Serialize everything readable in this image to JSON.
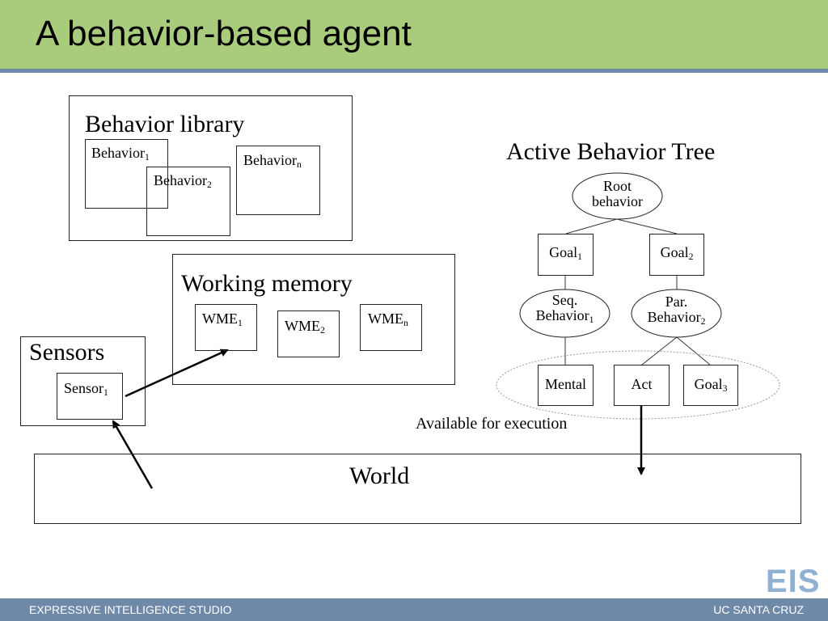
{
  "slide": {
    "title": "A behavior-based agent"
  },
  "behavior_library": {
    "title": "Behavior library",
    "items": [
      {
        "base": "Behavior",
        "sub": "1"
      },
      {
        "base": "Behavior",
        "sub": "2"
      },
      {
        "base": "Behavior",
        "sub": "n"
      }
    ]
  },
  "working_memory": {
    "title": "Working memory",
    "items": [
      {
        "base": "WME",
        "sub": "1"
      },
      {
        "base": "WME",
        "sub": "2"
      },
      {
        "base": "WME",
        "sub": "n"
      }
    ]
  },
  "sensors": {
    "title": "Sensors",
    "item": {
      "base": "Sensor",
      "sub": "1"
    }
  },
  "tree": {
    "title": "Active Behavior Tree",
    "root": {
      "line1": "Root",
      "line2": "behavior"
    },
    "goal1": {
      "base": "Goal",
      "sub": "1"
    },
    "goal2": {
      "base": "Goal",
      "sub": "2"
    },
    "seq": {
      "line1": "Seq.",
      "base": "Behavior",
      "sub": "1"
    },
    "par": {
      "line1": "Par.",
      "base": "Behavior",
      "sub": "2"
    },
    "mental": "Mental",
    "act": "Act",
    "goal3": {
      "base": "Goal",
      "sub": "3"
    },
    "available_label": "Available for execution"
  },
  "world": {
    "label": "World"
  },
  "footer": {
    "left": "EXPRESSIVE INTELLIGENCE STUDIO",
    "right": "UC SANTA CRUZ",
    "logo": "EIS"
  },
  "colors": {
    "title_bar": "#a9cc7c",
    "accent": "#6e8aa8",
    "logo": "#8fb1d2"
  }
}
